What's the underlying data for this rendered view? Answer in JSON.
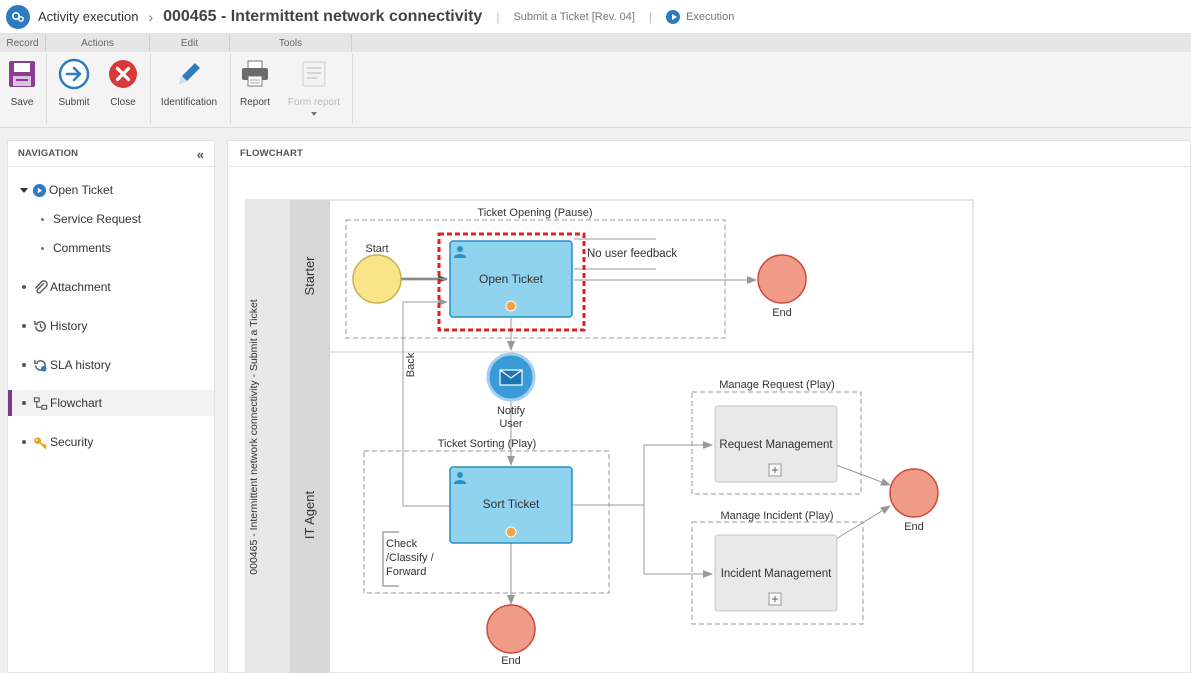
{
  "titlebar": {
    "breadcrumb": "Activity execution",
    "separator": "›",
    "title": "000465 - Intermittent network connectivity",
    "process": "Submit a Ticket [Rev. 04]",
    "status": "Execution",
    "pipe": "|"
  },
  "ribbon": {
    "groups": [
      "Record",
      "Actions",
      "Edit",
      "Tools"
    ],
    "buttons": {
      "save": "Save",
      "submit": "Submit",
      "close": "Close",
      "identification": "Identification",
      "report": "Report",
      "form_report": "Form report"
    }
  },
  "navigation": {
    "title": "NAVIGATION",
    "collapse": "«",
    "items": {
      "open_ticket": "Open Ticket",
      "service_request": "Service Request",
      "comments": "Comments",
      "attachment": "Attachment",
      "history": "History",
      "sla_history": "SLA history",
      "flowchart": "Flowchart",
      "security": "Security"
    }
  },
  "flowchart": {
    "title": "FLOWCHART",
    "pool": "000465 - Intermittent network connectivity - Submit a Ticket",
    "lanes": {
      "starter": "Starter",
      "it_agent": "IT Agent"
    },
    "groups": {
      "ticket_opening": "Ticket Opening (Pause)",
      "ticket_sorting": "Ticket Sorting (Play)",
      "manage_request": "Manage Request (Play)",
      "manage_incident": "Manage Incident (Play)"
    },
    "tasks": {
      "open_ticket": "Open Ticket",
      "sort_ticket": "Sort Ticket",
      "request_mgmt": "Request Management",
      "incident_mgmt": "Incident Management"
    },
    "events": {
      "start": "Start",
      "end": "End",
      "notify_1": "Notify",
      "notify_2": "User"
    },
    "labels": {
      "no_feedback": "No user feedback",
      "back": "Back",
      "check_1": "Check",
      "check_2": "/Classify /",
      "check_3": "Forward",
      "plus": "+"
    },
    "colors": {
      "task_fill": "#8fd3ef",
      "task_stroke": "#2a8fc4",
      "end_fill": "#f09a88",
      "start_fill": "#f8e58a",
      "highlight": "#e02020"
    }
  }
}
